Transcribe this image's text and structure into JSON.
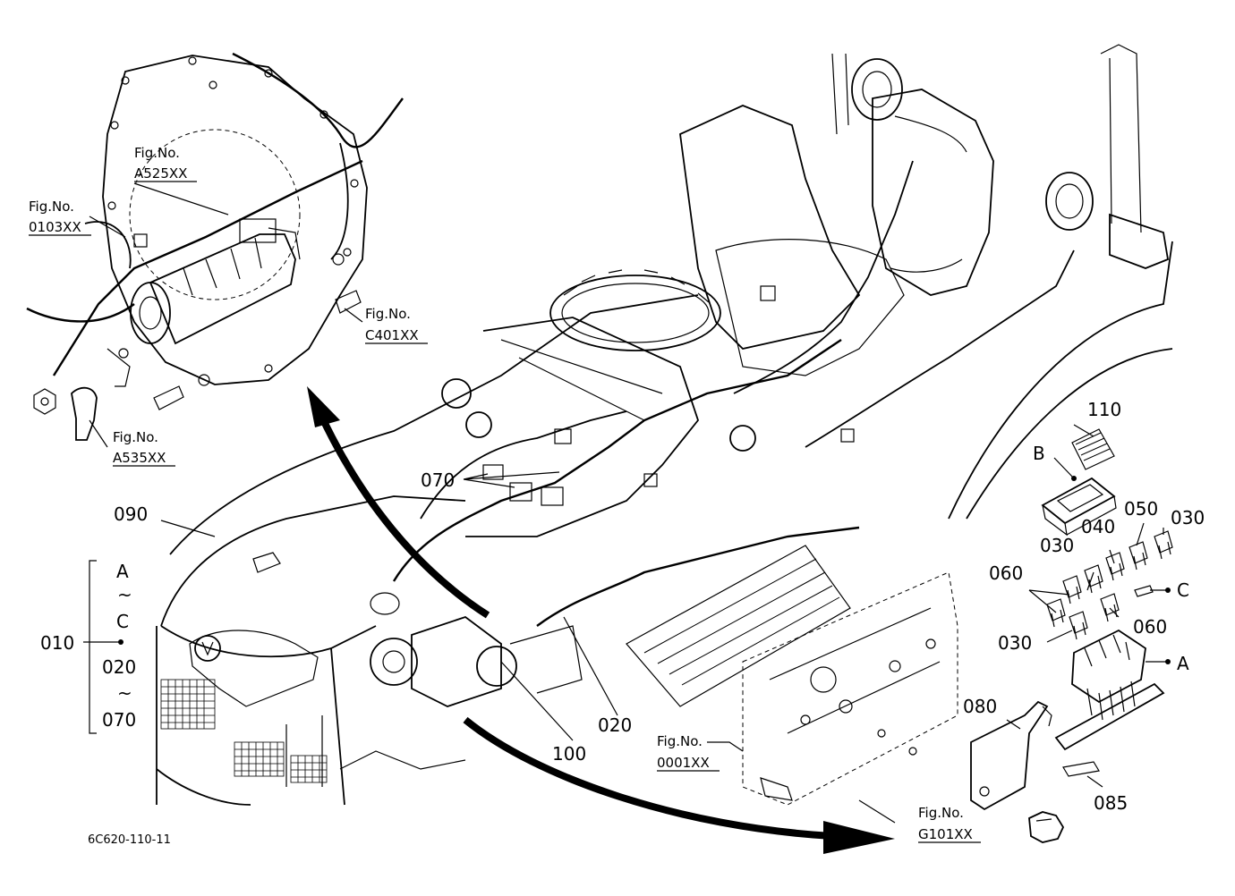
{
  "figure_refs": [
    {
      "id": "a525",
      "label": "Fig.No.",
      "code": "A525XX"
    },
    {
      "id": "0103",
      "label": "Fig.No.",
      "code": "0103XX"
    },
    {
      "id": "c401",
      "label": "Fig.No.",
      "code": "C401XX"
    },
    {
      "id": "a535",
      "label": "Fig.No.",
      "code": "A535XX"
    },
    {
      "id": "0001",
      "label": "Fig.No.",
      "code": "0001XX"
    },
    {
      "id": "g101",
      "label": "Fig.No.",
      "code": "G101XX"
    }
  ],
  "callouts": {
    "c070": "070",
    "c090": "090",
    "c010": "010",
    "c020a": "020",
    "c070b": "070",
    "c100": "100",
    "c020b": "020",
    "c110": "110",
    "c050": "050",
    "c040": "040",
    "c030a": "030",
    "c030b": "030",
    "c060a": "060",
    "c060b": "060",
    "c030c": "030",
    "c080": "080",
    "c085": "085"
  },
  "range_letters": {
    "a": "A",
    "tilde1": "~",
    "c": "C",
    "tilde2": "~"
  },
  "point_letters": {
    "b": "B",
    "c": "C",
    "a": "A"
  },
  "drawing_code": "6C620-110-11"
}
